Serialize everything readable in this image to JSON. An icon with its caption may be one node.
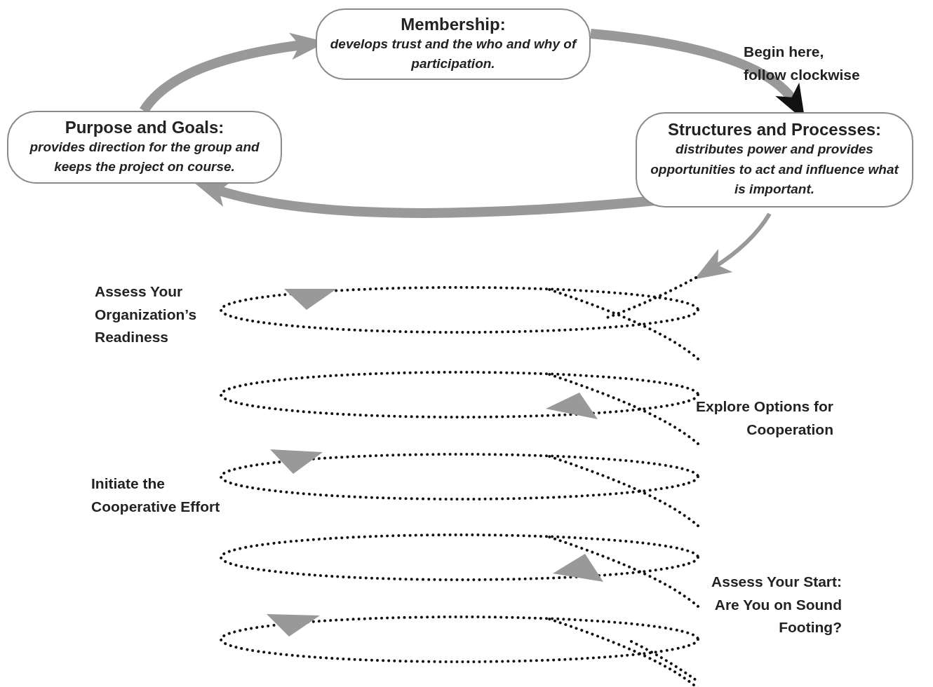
{
  "diagram": {
    "nodes": [
      {
        "text": [
          "Membership:",
          "develops trust and the who and why of participation."
        ]
      },
      {
        "text": [
          "Structures and Processes:",
          "distributes power and provides opportunities to act and influence what is important."
        ]
      },
      {
        "text": [
          "Purpose and Goals:",
          "provides direction for the group and keeps the project on course."
        ]
      }
    ],
    "edges": [
      {
        "from": 0,
        "to": 1,
        "arrow": "to"
      },
      {
        "from": 1,
        "to": 2,
        "arrow": "to"
      },
      {
        "from": 2,
        "to": 0,
        "arrow": "to"
      },
      {
        "from": 1,
        "to": null,
        "arrow": "to"
      }
    ],
    "labels": [
      "Begin here, follow clockwise",
      "Assess Your Organization’s Readiness",
      "Explore Options for Cooperation",
      "Initiate the Cooperative Effort",
      "Assess Your Start: Are You on Sound Footing?"
    ]
  }
}
